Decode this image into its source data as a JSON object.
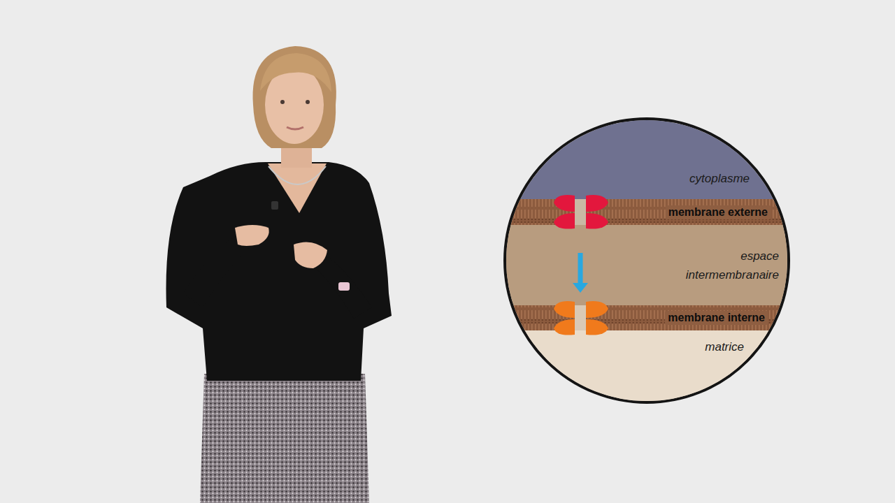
{
  "diagram": {
    "nodes": [
      {
        "text": [
          "cytoplasme"
        ]
      },
      {
        "text": [
          "membrane externe"
        ]
      },
      {
        "text": [
          "espace intermembranaire"
        ]
      },
      {
        "text": [
          "membrane interne"
        ]
      },
      {
        "text": [
          "matrice"
        ]
      }
    ],
    "edges": [
      {
        "from": 1,
        "to": 3,
        "arrow": "to"
      }
    ]
  }
}
